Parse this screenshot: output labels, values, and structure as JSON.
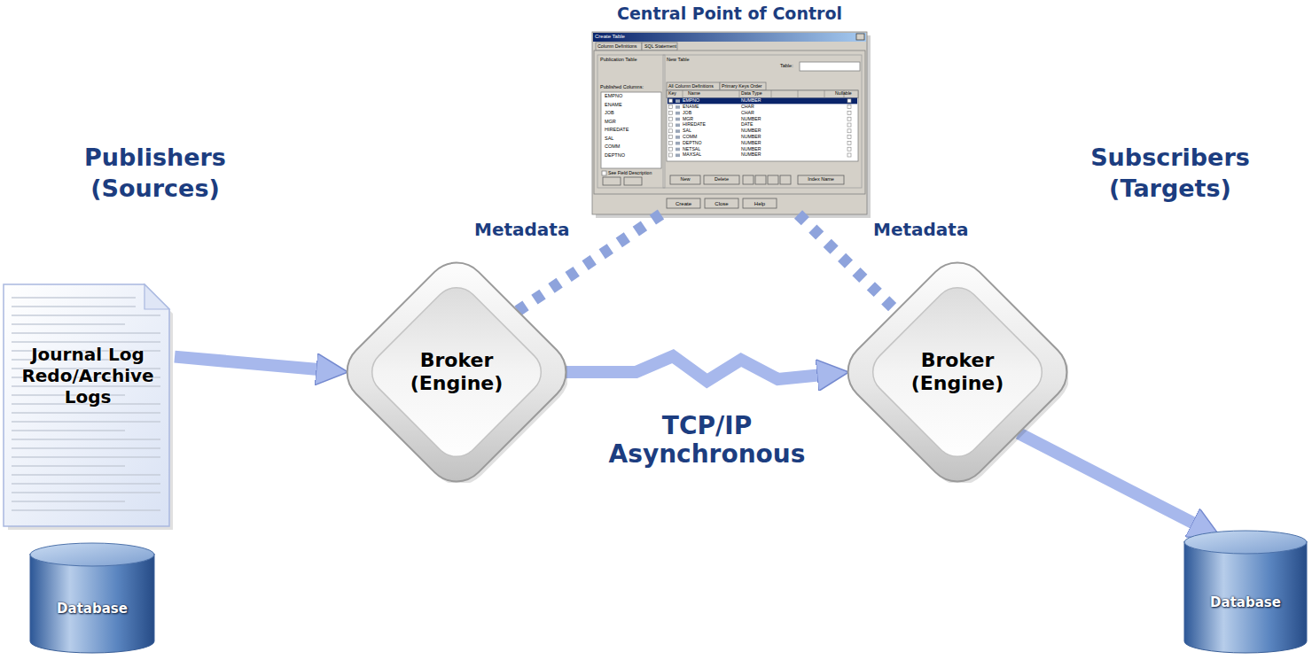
{
  "diagram": {
    "nodes": [
      {
        "text": [
          "Central Point of Control"
        ]
      },
      {
        "text": [
          "Journal Log Redo/Archive Logs"
        ]
      },
      {
        "text": [
          "Database"
        ]
      },
      {
        "text": [
          "Broker (Engine)"
        ]
      },
      {
        "text": [
          "Broker (Engine)"
        ]
      },
      {
        "text": [
          "Database"
        ]
      }
    ],
    "edges": [
      {
        "from": 1,
        "to": 3,
        "arrow": "to"
      },
      {
        "from": 0,
        "to": 3,
        "arrow": "none"
      },
      {
        "from": 3,
        "to": 4,
        "label": "TCP/IP Asynchronous",
        "arrow": "to"
      },
      {
        "from": 0,
        "to": 4,
        "arrow": "none"
      },
      {
        "from": 4,
        "to": 5,
        "arrow": "to"
      }
    ],
    "labels": [
      "Publishers (Sources)",
      "Metadata",
      "Metadata",
      "Subscribers (Targets)",
      "Create Table",
      "Column Definitions",
      "SQL Statement",
      "Publication Table",
      "Published Columns:",
      "EMPNO",
      "ENAME",
      "JOB",
      "MGR",
      "HIREDATE",
      "SAL",
      "COMM",
      "DEPTNO",
      "New Table",
      "Table:",
      "All Column Definitions",
      "Primary Keys Order",
      "Key",
      "Name",
      "Data Type",
      "Nullable",
      "EMPNO",
      "NUMBER",
      "ENAME",
      "CHAR",
      "JOB",
      "CHAR",
      "MGR",
      "NUMBER",
      "HIREDATE",
      "DATE",
      "SAL",
      "NUMBER",
      "COMM",
      "NUMBER",
      "DEPTNO",
      "NUMBER",
      "NETSAL",
      "NUMBER",
      "MAXSAL",
      "NUMBER",
      "See Field Description",
      "New",
      "Delete",
      "Index Name",
      "Create",
      "Close",
      "Help"
    ]
  }
}
